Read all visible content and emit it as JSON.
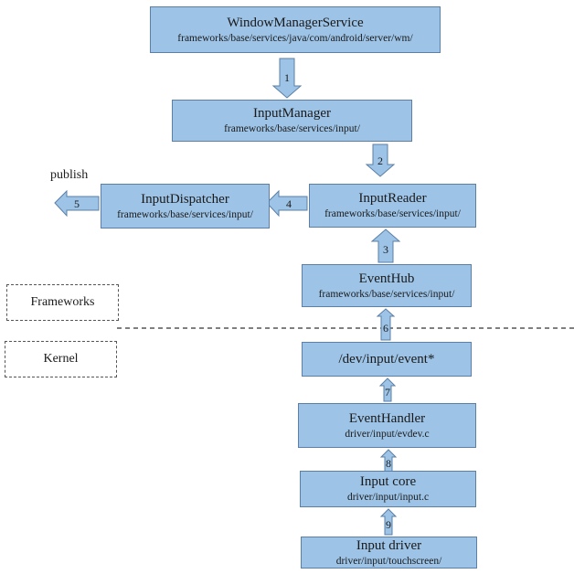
{
  "colors": {
    "box_fill": "#9dc3e6",
    "box_border": "#5b7fa6",
    "arrow_fill": "#9dc3e6",
    "dashed": "#555555"
  },
  "boxes": {
    "wms": {
      "title": "WindowManagerService",
      "path": "frameworks/base/services/java/com/android/server/wm/"
    },
    "inputmgr": {
      "title": "InputManager",
      "path": "frameworks/base/services/input/"
    },
    "dispatcher": {
      "title": "InputDispatcher",
      "path": "frameworks/base/services/input/"
    },
    "reader": {
      "title": "InputReader",
      "path": "frameworks/base/services/input/"
    },
    "eventhub": {
      "title": "EventHub",
      "path": "frameworks/base/services/input/"
    },
    "devinput": {
      "title": "/dev/input/event*",
      "path": ""
    },
    "evhandler": {
      "title": "EventHandler",
      "path": "driver/input/evdev.c"
    },
    "core": {
      "title": "Input core",
      "path": "driver/input/input.c"
    },
    "driver": {
      "title": "Input driver",
      "path": "driver/input/touchscreen/"
    }
  },
  "arrows": {
    "a1": "1",
    "a2": "2",
    "a3": "3",
    "a4": "4",
    "a5": "5",
    "a6": "6",
    "a7": "7",
    "a8": "8",
    "a9": "9"
  },
  "labels": {
    "publish": "publish",
    "frameworks": "Frameworks",
    "kernel": "Kernel"
  }
}
